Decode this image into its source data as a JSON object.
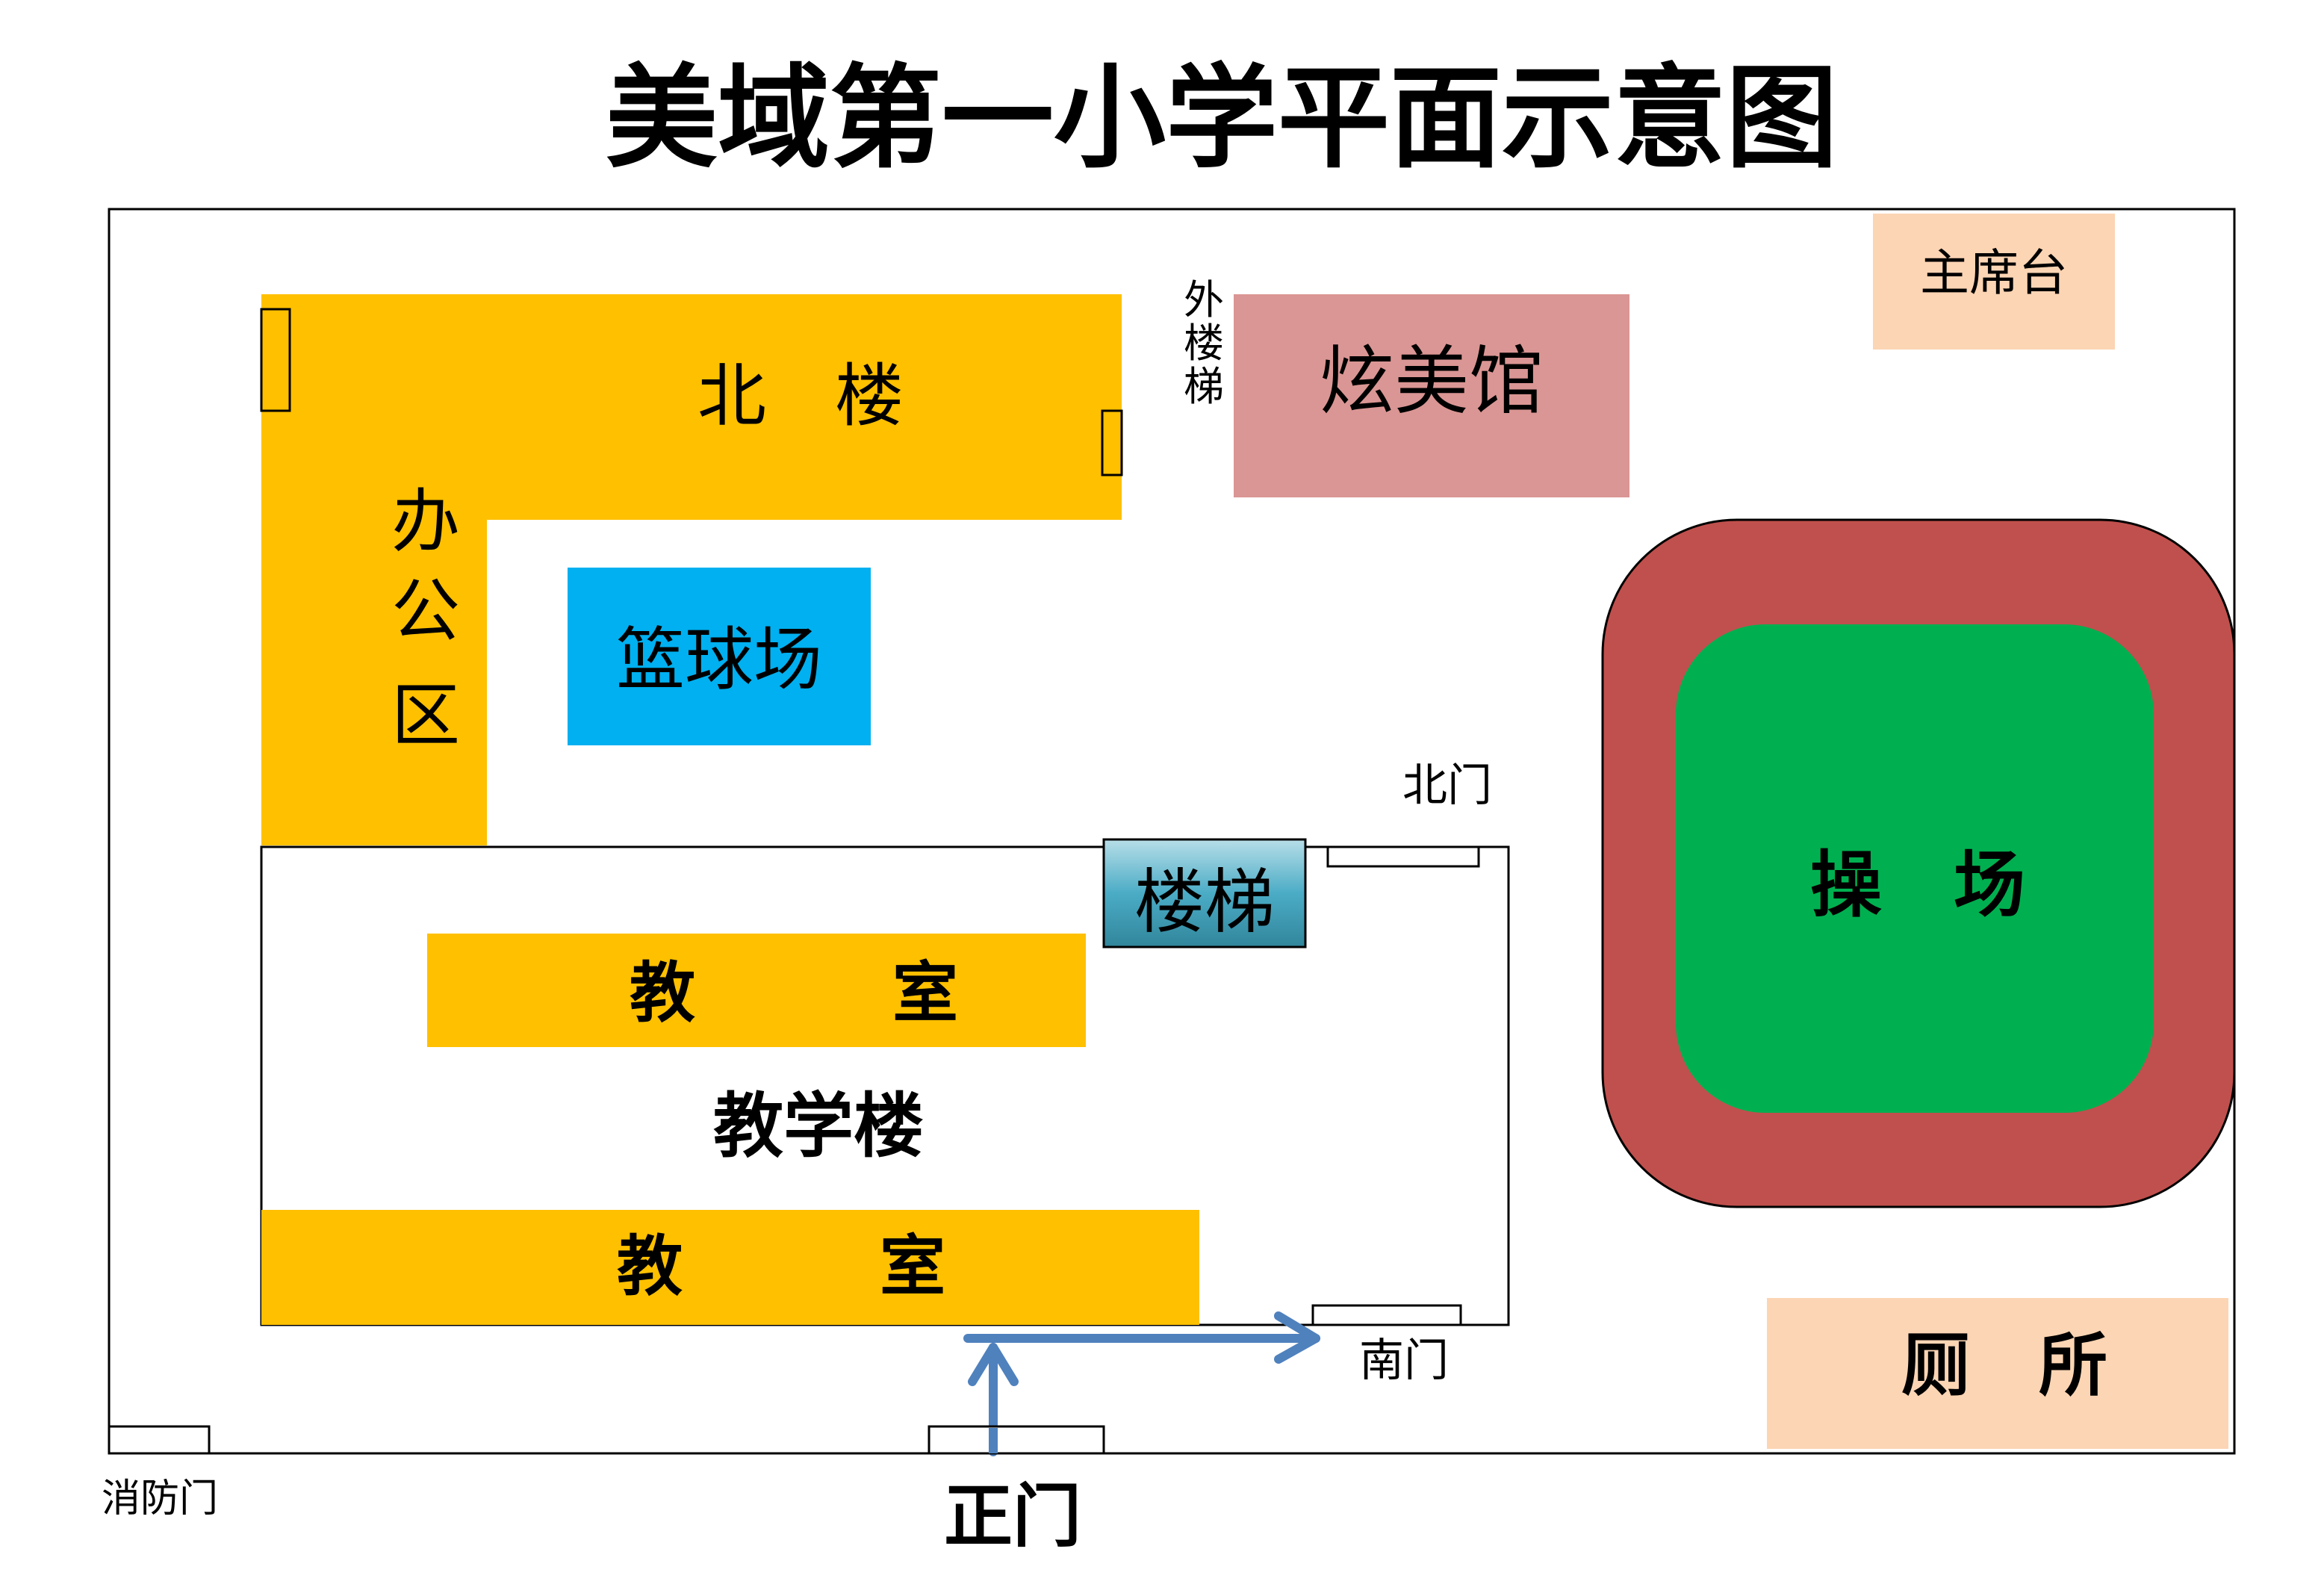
{
  "title": "美域第一小学平面示意图",
  "areas": {
    "north_building": "北　楼",
    "office": [
      "办",
      "公",
      "区"
    ],
    "outer_stairs": [
      "外",
      "楼",
      "梯"
    ],
    "art_hall": "炫美馆",
    "podium": "主席台",
    "basketball": "篮球场",
    "playground": "操　场",
    "stairs": "楼梯",
    "classroom_upper": "教　　　室",
    "teaching_building": "教学楼",
    "classroom_lower": "教　　　室",
    "toilet": "厕　所"
  },
  "gates": {
    "north_door": "北门",
    "south_door": "南门",
    "main_gate": "正门",
    "fire_exit": "消防门"
  },
  "colors": {
    "building": "#ffc000",
    "art_hall": "#da9694",
    "podium": "#fcd5b4",
    "basketball": "#00b0f0",
    "track": "#c0504d",
    "field": "#00b050",
    "stairs": "#4bacc6",
    "arrow": "#4f81bd"
  }
}
